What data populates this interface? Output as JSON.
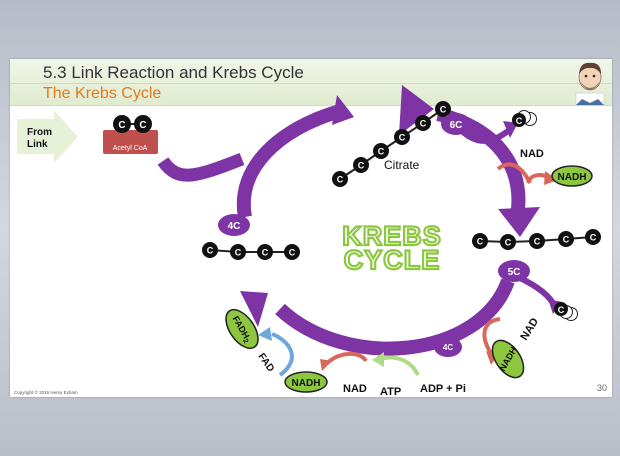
{
  "slide": {
    "title": "5.3 Link Reaction and Krebs Cycle",
    "subtitle": "The Krebs Cycle",
    "copyright": "Copyright © 2016 Henry Exham",
    "page_number": "30"
  },
  "diagram": {
    "from_link": [
      "From",
      "Link"
    ],
    "acetyl_coa": "Acetyl CoA",
    "citrate": "Citrate",
    "six_c": "6C",
    "five_c": "5C",
    "four_c_left": "4C",
    "four_c_bottom": "4C",
    "carbon_label": "C",
    "krebs_title": [
      "KREBS",
      "CYCLE"
    ],
    "nad_1": "NAD",
    "nadh_1": "NADH",
    "nad_2": "NAD",
    "nadh_2": "NADH",
    "nad_3": "NAD",
    "nadh_3": "NADH",
    "fad": "FAD",
    "fadh2": "FADH",
    "fadh2_sub": "2",
    "atp": "ATP",
    "adp_pi": "ADP + Pi"
  },
  "colors": {
    "purple": "#7f34a6",
    "green_label": "#8dc63f",
    "acetyl_red": "#c0504d",
    "arrow_red": "#d9685c",
    "arrow_blue": "#6ea6d9",
    "arrow_green": "#aedb85",
    "subtitle_orange": "#e2791f"
  },
  "icons": [
    "cartoon-face-icon",
    "carbon-atom-icon",
    "oxygen-molecule-icon"
  ]
}
